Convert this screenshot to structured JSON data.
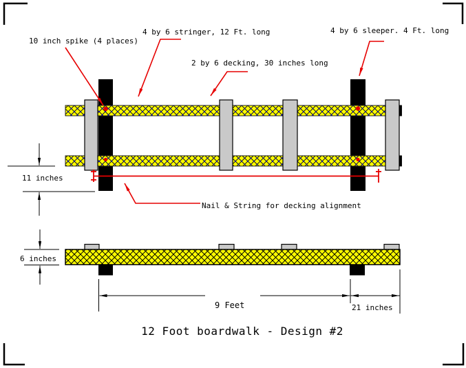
{
  "title": "12 Foot boardwalk - Design #2",
  "labels": {
    "spike": "10 inch spike (4 places)",
    "stringer": "4 by 6 stringer, 12 Ft. long",
    "decking": "2 by 6 decking, 30 inches long",
    "sleeper": "4 by 6 sleeper. 4 Ft. long",
    "nail_string": "Nail & String for decking alignment"
  },
  "dimensions": {
    "sleeper_overhang": "11 inches",
    "stringer_height": "6 inches",
    "sleeper_spacing": "9 Feet",
    "end_overhang": "21 inches"
  },
  "colors": {
    "wood_yellow": "#ffff00",
    "decking_gray": "#c9c9c9",
    "wood_black": "#000000",
    "annotation_red": "#e60000",
    "hatch_line": "#111111",
    "hatch_dot": "#0000cc",
    "dim_black": "#000000"
  }
}
